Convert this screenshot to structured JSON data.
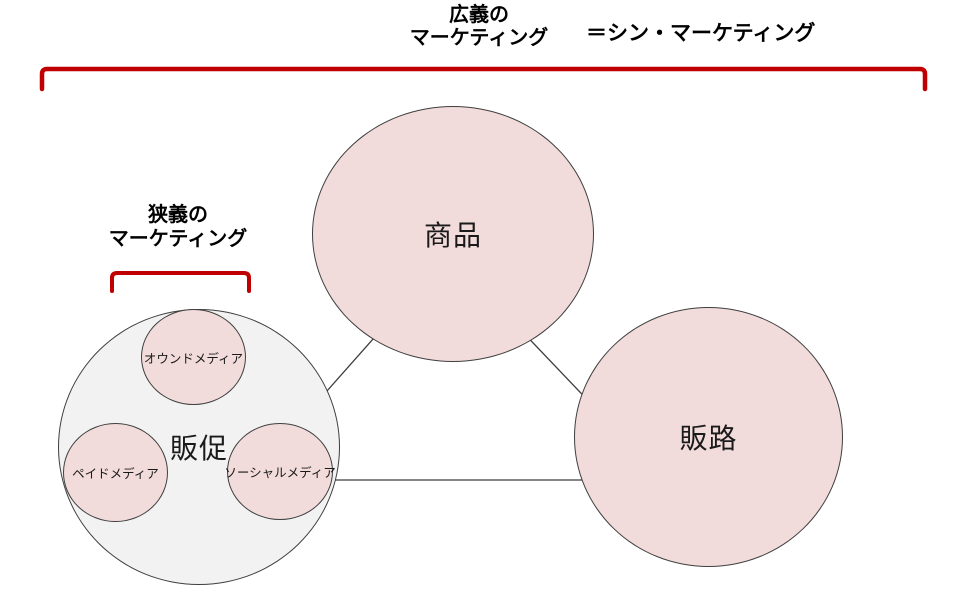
{
  "palette": {
    "bracket_red": "#C00000",
    "circle_pink": "#F2DCDB",
    "circle_gray": "#F2F2F2",
    "outline_dark": "#3F3F3F"
  },
  "headers": {
    "broad": {
      "line1": "広義の",
      "line2": "マーケティング"
    },
    "shin": "＝シン・マーケティング",
    "narrow": {
      "line1": "狭義の",
      "line2": "マーケティング"
    }
  },
  "circles": {
    "product": {
      "label": "商品"
    },
    "channel": {
      "label": "販路"
    },
    "promotion": {
      "label": "販促"
    },
    "owned_media": {
      "label": "オウンドメディア"
    },
    "paid_media": {
      "label": "ペイドメディア"
    },
    "social_media": {
      "label": "ソーシャルメディア"
    }
  }
}
